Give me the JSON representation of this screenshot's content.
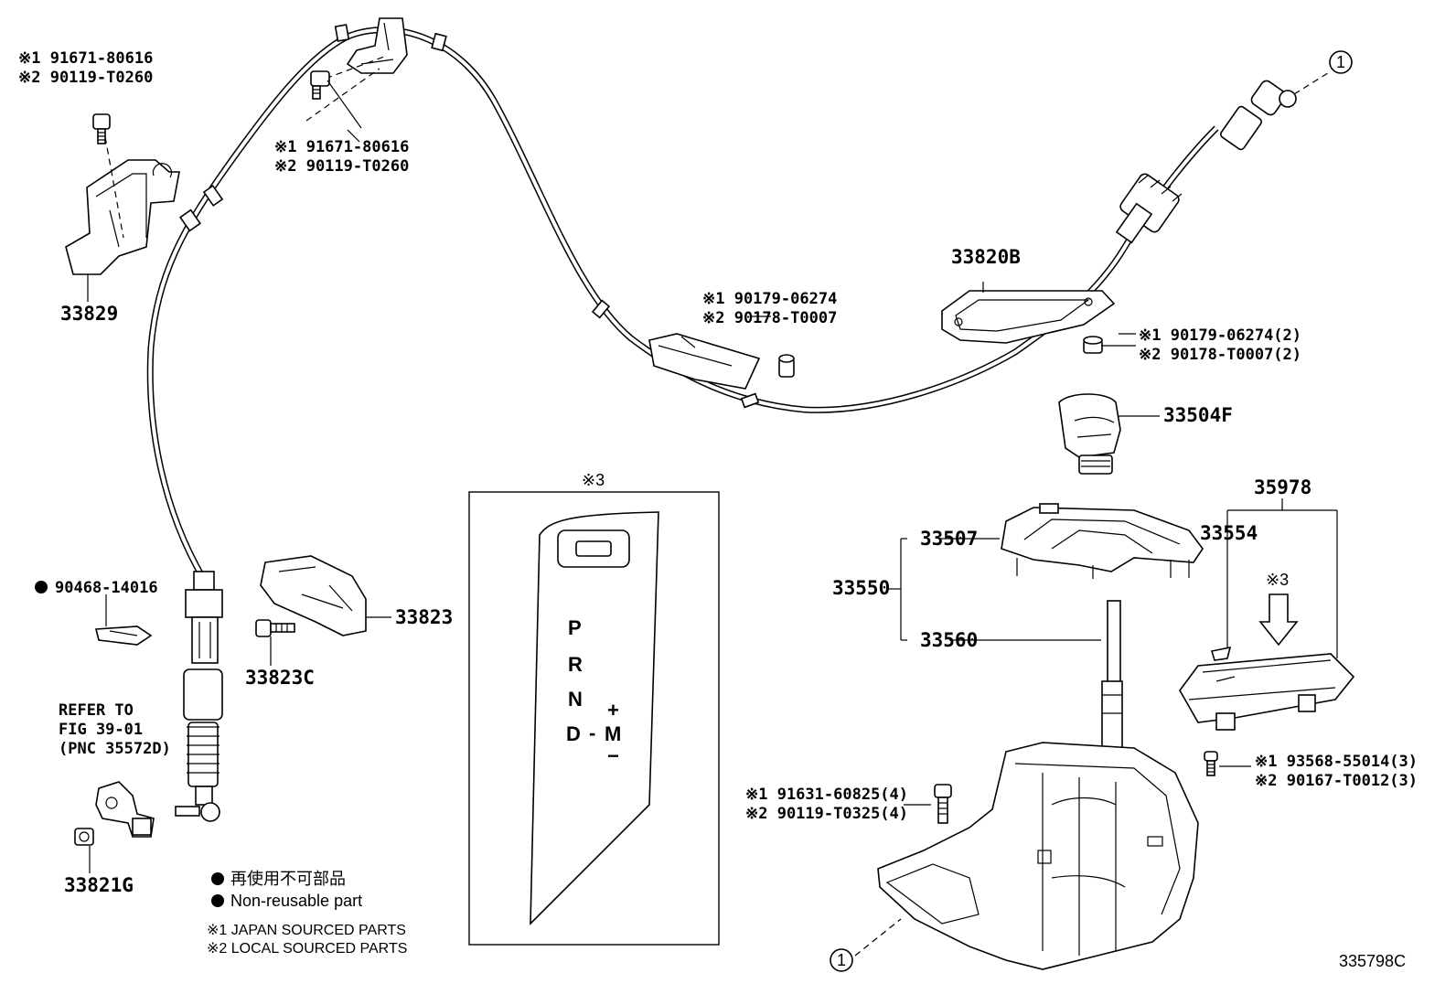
{
  "labels": {
    "bracket_bolt_1": "※1 91671-80616",
    "bracket_bolt_2": "※2 90119-T0260",
    "cable_bolt_1": "※1 91671-80616",
    "cable_bolt_2": "※2 90119-T0260",
    "p33829": "33829",
    "p33820B": "33820B",
    "nut_mid_1": "※1 90179-06274",
    "nut_mid_2": "※2 90178-T0007",
    "nut_right_1": "※1 90179-06274(2)",
    "nut_right_2": "※2 90178-T0007(2)",
    "p33504F": "33504F",
    "p90468": "90468-14016",
    "p33823": "33823",
    "p33823C": "33823C",
    "refer_1": "REFER TO",
    "refer_2": "FIG 39-01",
    "refer_3": "(PNC 35572D)",
    "p33821G": "33821G",
    "p35978": "35978",
    "p33554": "33554",
    "p33507": "33507",
    "p33550": "33550",
    "p33560": "33560",
    "screw_1": "※1 93568-55014(3)",
    "screw_2": "※2 90167-T0012(3)",
    "bolt4_1": "※1 91631-60825(4)",
    "bolt4_2": "※2 90119-T0325(4)",
    "mark3_box": "※3",
    "mark3_arrow": "※3",
    "circle_ref": "1",
    "figure_code": "335798C"
  },
  "gate": {
    "p": "P",
    "r": "R",
    "n": "N",
    "d": "D",
    "dash": "-",
    "m": "M",
    "plus": "+",
    "minus": "−"
  },
  "legend": {
    "jp": "再使用不可部品",
    "en": "Non-reusable part",
    "japan": "※1  JAPAN SOURCED PARTS",
    "local": "※2  LOCAL SOURCED PARTS"
  },
  "icons": [
    "filled-dot-icon",
    "hex-bolt-icon",
    "flange-nut-icon",
    "screw-icon",
    "down-arrow-icon"
  ]
}
